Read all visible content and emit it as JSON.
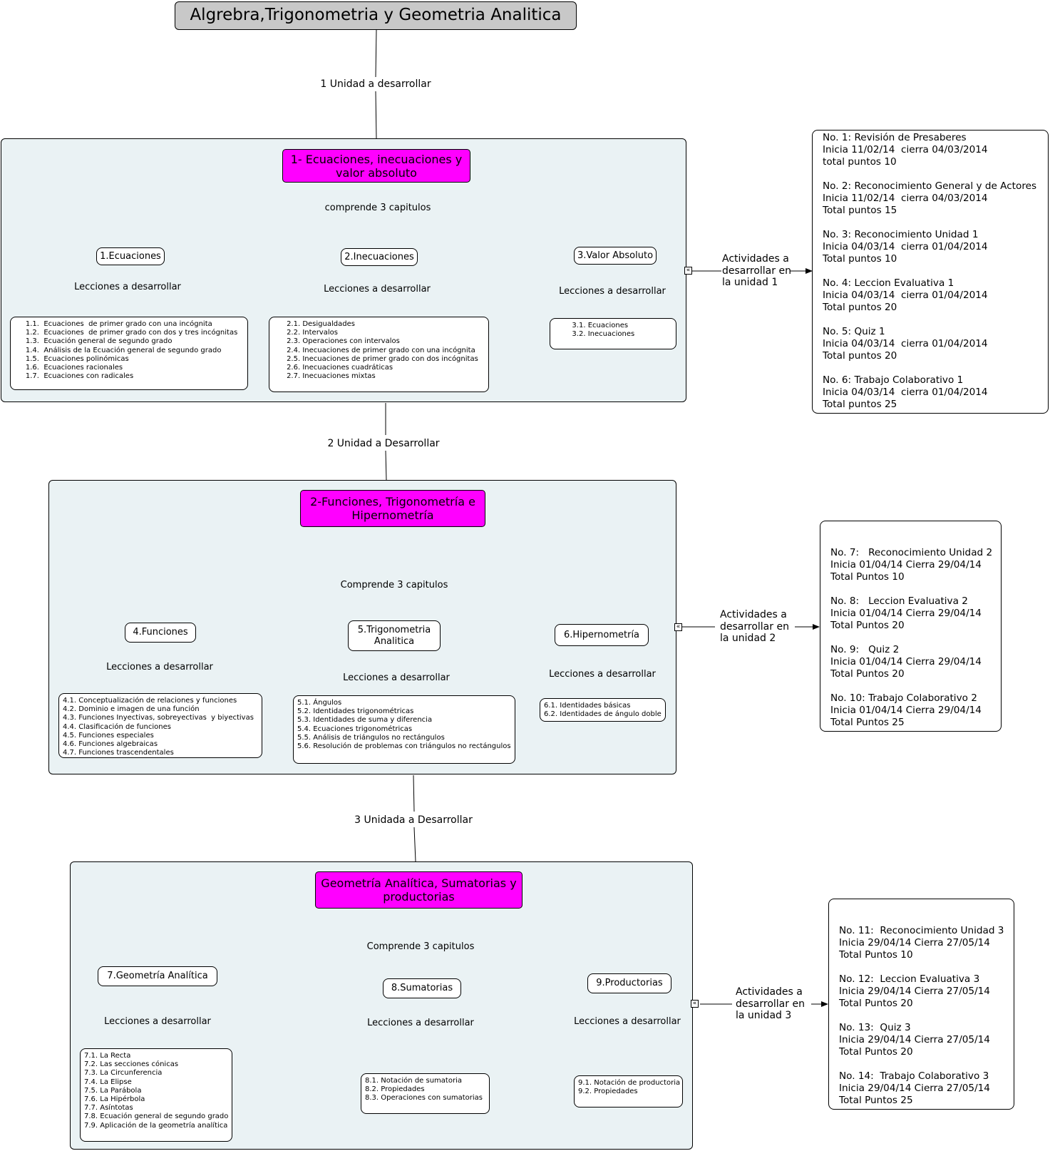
{
  "title": "Algrebra,Trigonometria y Geometria Analitica",
  "edge_labels": {
    "u1": "1 Unidad a desarrollar",
    "u2": "2 Unidad a Desarrollar",
    "u3": "3 Unidada a Desarrollar"
  },
  "units": [
    {
      "name": "1- Ecuaciones, inecuaciones y valor absoluto",
      "comprende": "comprende 3 capitulos",
      "activities_label": "Actividades a\ndesarrollar en\nla unidad 1",
      "activities": "No. 1: Revisión de Presaberes\nInicia 11/02/14  cierra 04/03/2014\ntotal puntos 10\n\nNo. 2: Reconocimiento General y de Actores\nInicia 11/02/14  cierra 04/03/2014\nTotal puntos 15\n\nNo. 3: Reconocimiento Unidad 1\nInicia 04/03/14  cierra 01/04/2014\nTotal puntos 10\n\nNo. 4: Leccion Evaluativa 1\nInicia 04/03/14  cierra 01/04/2014\nTotal puntos 20\n\nNo. 5: Quiz 1\nInicia 04/03/14  cierra 01/04/2014\nTotal puntos 20\n\nNo. 6: Trabajo Colaborativo 1\nInicia 04/03/14  cierra 01/04/2014\nTotal puntos 25",
      "chapters": [
        {
          "name": "1.Ecuaciones",
          "link": "Lecciones a desarrollar",
          "lessons": "     1.1.  Ecuaciones  de primer grado con una incógnita\n     1.2.  Ecuaciones  de primer grado con dos y tres incógnitas\n     1.3.  Ecuación general de segundo grado\n     1.4.  Análisis de la Ecuación general de segundo grado\n     1.5.  Ecuaciones polinómicas\n     1.6.  Ecuaciones racionales\n     1.7.  Ecuaciones con radicales"
        },
        {
          "name": "2.Inecuaciones",
          "link": "Lecciones a desarrollar",
          "lessons": "      2.1. Desigualdades\n      2.2. Intervalos\n      2.3. Operaciones con intervalos\n      2.4. Inecuaciones de primer grado con una incógnita\n      2.5. Inecuaciones de primer grado con dos incógnitas\n      2.6. Inecuaciones cuadráticas\n      2.7. Inecuaciones mixtas"
        },
        {
          "name": "3.Valor Absoluto",
          "link": "Lecciones a desarrollar",
          "lessons": "        3.1. Ecuaciones\n        3.2. Inecuaciones"
        }
      ]
    },
    {
      "name": "2-Funciones, Trigonometría e Hipernometría",
      "comprende": "Comprende 3 capitulos",
      "activities_label": "Actividades a\ndesarrollar en\nla unidad 2",
      "activities": "\n\nNo. 7:   Reconocimiento Unidad 2\nInicia 01/04/14 Cierra 29/04/14\nTotal Puntos 10\n\nNo. 8:   Leccion Evaluativa 2\nInicia 01/04/14 Cierra 29/04/14\nTotal Puntos 20\n\nNo. 9:   Quiz 2\nInicia 01/04/14 Cierra 29/04/14\nTotal Puntos 20\n\nNo. 10: Trabajo Colaborativo 2\nInicia 01/04/14 Cierra 29/04/14\nTotal Puntos 25",
      "chapters": [
        {
          "name": "4.Funciones",
          "link": "Lecciones a desarrollar",
          "lessons": "4.1. Conceptualización de relaciones y funciones\n4.2. Dominio e imagen de una función\n4.3. Funciones Inyectivas, sobreyectivas  y biyectivas\n4.4. Clasificación de funciones\n4.5. Funciones especiales\n4.6. Funciones algebraicas\n4.7. Funciones trascendentales"
        },
        {
          "name": "5.Trigonometria Analitica",
          "link": "Lecciones a desarrollar",
          "lessons": "5.1. Ángulos\n5.2. Identidades trigonométricas\n5.3. Identidades de suma y diferencia\n5.4. Ecuaciones trigonométricas\n5.5. Análisis de triángulos no rectángulos\n5.6. Resolución de problemas con triángulos no rectángulos"
        },
        {
          "name": "6.Hipernometría",
          "link": "Lecciones a desarrollar",
          "lessons": "6.1. Identidades básicas\n6.2. Identidades de ángulo doble"
        }
      ]
    },
    {
      "name": "Geometría Analítica, Sumatorias y productorias",
      "comprende": "Comprende 3 capitulos",
      "activities_label": "Actividades a\ndesarrollar en\nla unidad 3",
      "activities": "\n\nNo. 11:  Reconocimiento Unidad 3\nInicia 29/04/14 Cierra 27/05/14\nTotal Puntos 10\n\nNo. 12:  Leccion Evaluativa 3\nInicia 29/04/14 Cierra 27/05/14\nTotal Puntos 20\n\nNo. 13:  Quiz 3\nInicia 29/04/14 Cierra 27/05/14\nTotal Puntos 20\n\nNo. 14:  Trabajo Colaborativo 3\nInicia 29/04/14 Cierra 27/05/14\nTotal Puntos 25",
      "chapters": [
        {
          "name": "7.Geometría Analítica",
          "link": "Lecciones a desarrollar",
          "lessons": "7.1. La Recta\n7.2. Las secciones cónicas\n7.3. La Circunferencia\n7.4. La Elipse\n7.5. La Parábola\n7.6. La Hipérbola\n7.7. Asíntotas\n7.8. Ecuación general de segundo grado\n7.9. Aplicación de la geometría analítica"
        },
        {
          "name": "8.Sumatorias",
          "link": "Lecciones a desarrollar",
          "lessons": "8.1. Notación de sumatoria\n8.2. Propiedades\n8.3. Operaciones con sumatorias"
        },
        {
          "name": "9.Productorias",
          "link": "Lecciones a desarrollar",
          "lessons": "9.1. Notación de productoria\n9.2. Propiedades"
        }
      ]
    }
  ],
  "colors": {
    "unit_fill": "#ff00ff",
    "group_fill": "#eaf2f4",
    "title_fill": "#c8c8c8"
  }
}
